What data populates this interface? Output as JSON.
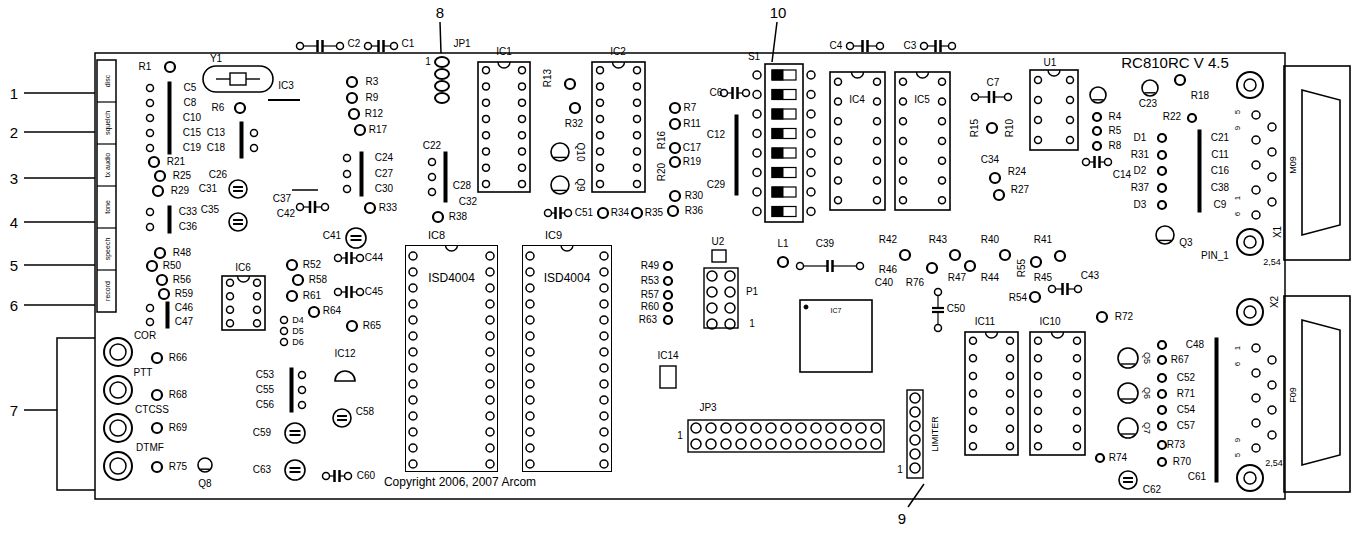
{
  "diagram": {
    "nodes": [
      {
        "text": [
          "IC8",
          "ISD4004"
        ]
      },
      {
        "text": [
          "IC9",
          "ISD4004"
        ]
      }
    ],
    "labels": [
      "1",
      "2",
      "3",
      "4",
      "5",
      "6",
      "7",
      "8",
      "9",
      "10",
      "disc",
      "squelch",
      "tx audio",
      "tone",
      "speech",
      "record",
      "R1",
      "C5",
      "C8",
      "C10",
      "C15",
      "C19",
      "R21",
      "R25",
      "R29",
      "C33",
      "C36",
      "R48",
      "R50",
      "R56",
      "R59",
      "C46",
      "C47",
      "Y1",
      "IC3",
      "C2",
      "C1",
      "R6",
      "C13",
      "C18",
      "C26",
      "C31",
      "C35",
      "R3",
      "R9",
      "R12",
      "R17",
      "C24",
      "C27",
      "C30",
      "R33",
      "JP1",
      "1",
      "C22",
      "C28",
      "C32",
      "R38",
      "IC1",
      "R13",
      "R32",
      "Q10",
      "Q9",
      "C51",
      "IC2",
      "R7",
      "R11",
      "R16",
      "C17",
      "R19",
      "R20",
      "R30",
      "R34",
      "R35",
      "R36",
      "C6",
      "C12",
      "C29",
      "S1",
      "C4",
      "C3",
      "IC4",
      "IC5",
      "C7",
      "R15",
      "R10",
      "C34",
      "R24",
      "R27",
      "U1",
      "R4",
      "R5",
      "R8",
      "C14",
      "C23",
      "R22",
      "R18",
      "D1",
      "R31",
      "D2",
      "R37",
      "D3",
      "C21",
      "C11",
      "C16",
      "C38",
      "C9",
      "5",
      "9",
      "1",
      "6",
      "Q3",
      "PIN_1",
      "X1",
      "2,54",
      "M09",
      "RC810RC V 4.5",
      "C37",
      "C42",
      "C41",
      "IC6",
      "R52",
      "R58",
      "R61",
      "R64",
      "D4",
      "D5",
      "D6",
      "R65",
      "C44",
      "C45",
      "IC14",
      "R49",
      "R53",
      "R57",
      "R60",
      "R63",
      "U2",
      "P1",
      "1",
      "L1",
      "C39",
      "R42",
      "R43",
      "R40",
      "R41",
      "R46",
      "C40",
      "R76",
      "R47",
      "R44",
      "R45",
      "IC7",
      "R55",
      "R54",
      "C43",
      "C50",
      "R72",
      "IC11",
      "IC10",
      "Q5",
      "Q6",
      "Q7",
      "C48",
      "R67",
      "C52",
      "R71",
      "C54",
      "C57",
      "R73",
      "R74",
      "R70",
      "C61",
      "C62",
      "X2",
      "F09",
      "2,54",
      "1",
      "6",
      "9",
      "5",
      "COR",
      "PTT",
      "CTCSS",
      "DTMF",
      "R66",
      "R68",
      "R69",
      "R75",
      "Q8",
      "C53",
      "C55",
      "C56",
      "IC12",
      "C58",
      "C59",
      "C63",
      "C60",
      "Copyright 2006, 2007 Arcom",
      "JP3",
      "1",
      "LIMITER",
      "1"
    ]
  }
}
